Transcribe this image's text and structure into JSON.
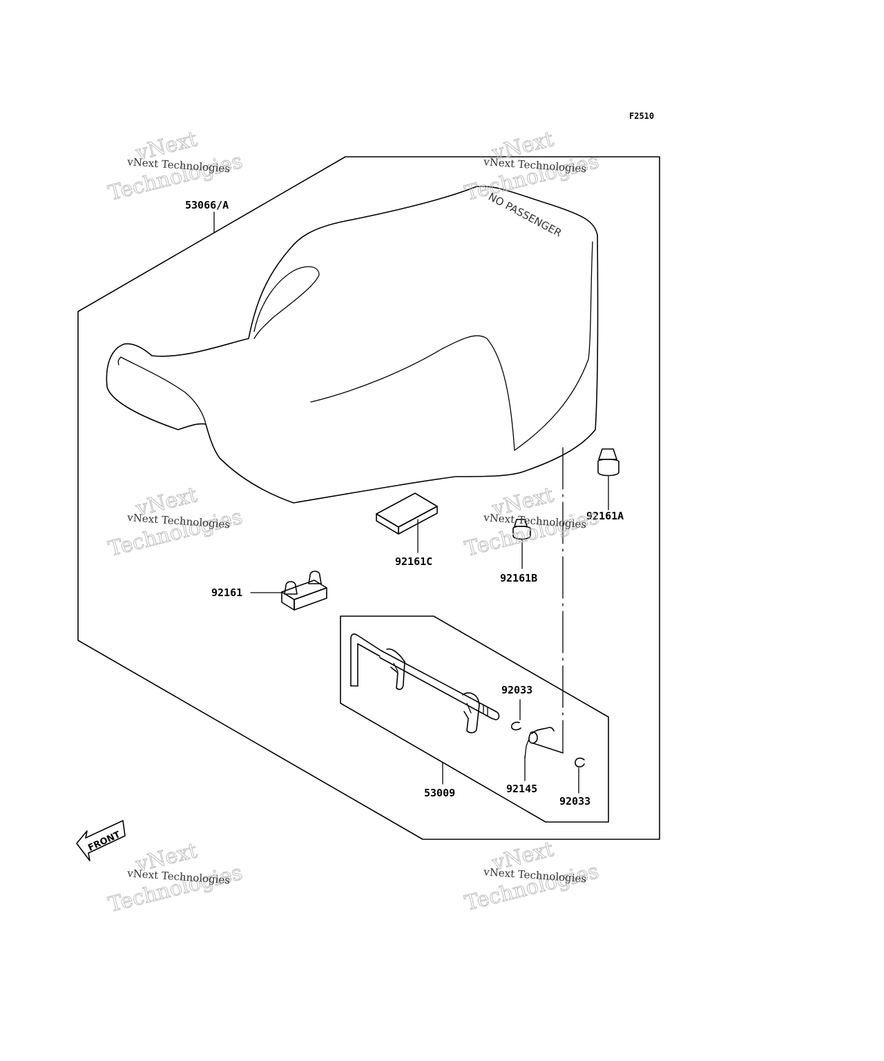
{
  "figure_code": "F2510",
  "seat_marking": "NO PASSENGER",
  "front_marker": "FRONT",
  "watermark": {
    "line1": "vNext Technologies",
    "line2": "Technologies",
    "line3": "vNext"
  },
  "parts": {
    "seat_assembly": "53066/A",
    "cushion_a": "92161A",
    "cushion_c": "92161C",
    "cushion_b": "92161B",
    "cushion": "92161",
    "hook_assembly": "53009",
    "pin_upper": "92033",
    "spring": "92145",
    "pin_lower": "92033"
  }
}
